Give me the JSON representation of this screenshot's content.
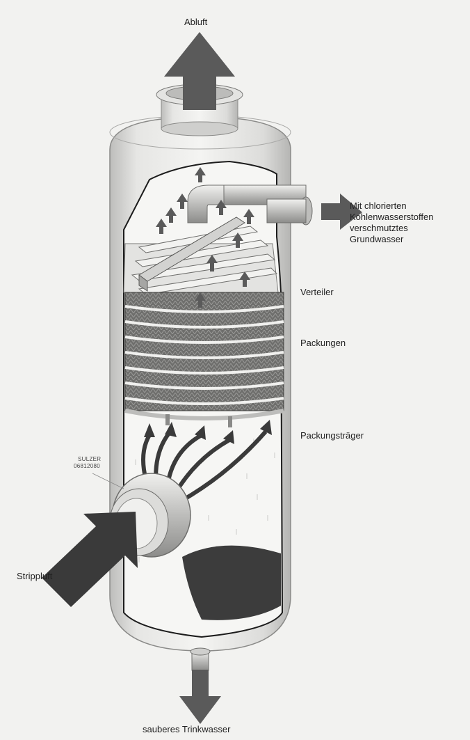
{
  "labels": {
    "exhaust": "Abluft",
    "inlet_line1": "Mit chlorierten",
    "inlet_line2": "Kohlenwasserstoffen",
    "inlet_line3": "verschmutztes",
    "inlet_line4": "Grundwasser",
    "distributor": "Verteiler",
    "packings": "Packungen",
    "support": "Packungsträger",
    "maker": "SULZER",
    "code": "06812080",
    "strip_air": "Strippluft",
    "clean_water": "sauberes Trinkwasser"
  },
  "colors": {
    "arrow": "#5a5a5a",
    "dark_arrow": "#3a3a3a",
    "water": "#3c3c3c",
    "shell": "#d4d4d2",
    "inner": "#ececea",
    "packing": "#7a7a78"
  }
}
